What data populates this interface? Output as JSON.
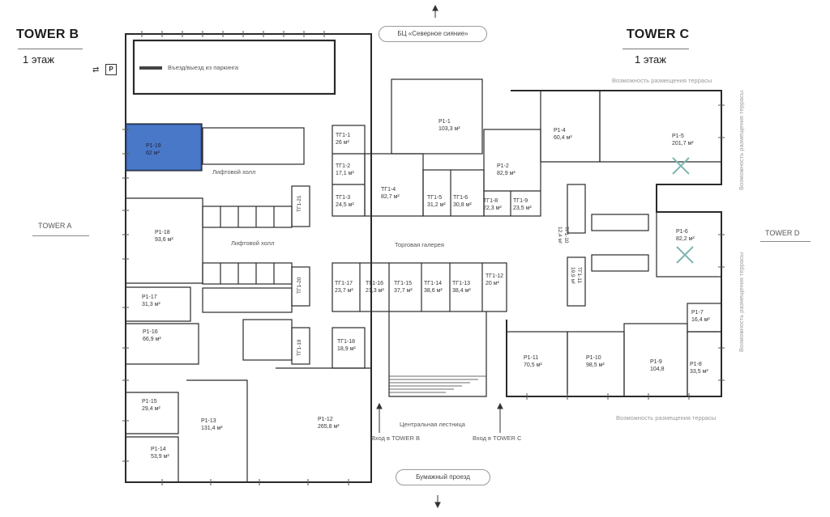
{
  "towers": {
    "left": {
      "name": "TOWER B",
      "floor": "1 этаж"
    },
    "right": {
      "name": "TOWER C",
      "floor": "1 этаж"
    }
  },
  "streets": {
    "top": "БЦ «Северное сияние»",
    "bottom": "Бумажный проезд"
  },
  "neighbors": {
    "left": "TOWER A",
    "right": "TOWER D"
  },
  "parking": {
    "icon": "P",
    "label": "Въезд/выезд из паркинга"
  },
  "hall_labels": {
    "lift_hall_1": "Лифтовой холл",
    "lift_hall_2": "Лифтовой холл",
    "gallery": "Торговая галерея",
    "stairs": "Центральная лестница",
    "entrance_b": "Вход в TOWER B",
    "entrance_c": "Вход в TOWER C"
  },
  "terrace": {
    "top": "Возможность размещения террасы",
    "bottom": "Возможность размещения террасы",
    "right_1": "Возможность размещения террасы",
    "right_2": "Возможность размещения террасы"
  },
  "highlight_color": "#4a78c8",
  "units": [
    {
      "id": "P1-19",
      "area": "62 м²",
      "selected": true
    },
    {
      "id": "P1-18",
      "area": "93,6 м²"
    },
    {
      "id": "P1-17",
      "area": "31,3 м²"
    },
    {
      "id": "P1-16",
      "area": "66,9 м²"
    },
    {
      "id": "P1-15",
      "area": "29,4 м²"
    },
    {
      "id": "P1-14",
      "area": "53,9 м²"
    },
    {
      "id": "P1-13",
      "area": "131,4 м²"
    },
    {
      "id": "P1-12",
      "area": "265,8 м²"
    },
    {
      "id": "ТГ1-1",
      "area": "26 м²"
    },
    {
      "id": "ТГ1-2",
      "area": "17,1 м²"
    },
    {
      "id": "ТГ1-3",
      "area": "24,5 м²"
    },
    {
      "id": "ТГ1-4",
      "area": "82,7 м²"
    },
    {
      "id": "P1-1",
      "area": "103,3 м²"
    },
    {
      "id": "ТГ1-5",
      "area": "31,2 м²"
    },
    {
      "id": "ТГ1-6",
      "area": "30,8 м²"
    },
    {
      "id": "P1-2",
      "area": "82,9 м²"
    },
    {
      "id": "ТГ1-8",
      "area": "22,3 м²"
    },
    {
      "id": "ТГ1-9",
      "area": "23,5 м²"
    },
    {
      "id": "P1-4",
      "area": "60,4 м²"
    },
    {
      "id": "P1-5",
      "area": "201,7 м²"
    },
    {
      "id": "P1-6",
      "area": "82,2 м²"
    },
    {
      "id": "P1-7",
      "area": "16,4 м²"
    },
    {
      "id": "P1-8",
      "area": "33,5 м²"
    },
    {
      "id": "P1-9",
      "area": "104,8"
    },
    {
      "id": "P1-10",
      "area": "98,5 м²"
    },
    {
      "id": "P1-11",
      "area": "70,5 м²"
    },
    {
      "id": "ТГ1-17",
      "area": "23,7 м²"
    },
    {
      "id": "ТГ1-16",
      "area": "21,3 м²"
    },
    {
      "id": "ТГ1-15",
      "area": "37,7 м²"
    },
    {
      "id": "ТГ1-14",
      "area": "38,6 м²"
    },
    {
      "id": "ТГ1-13",
      "area": "38,4 м²"
    },
    {
      "id": "ТГ1-12",
      "area": "20 м²"
    },
    {
      "id": "ТГ1-18",
      "area": "18,9 м²"
    }
  ],
  "vertical_units": [
    {
      "id": "ТГ1-21",
      "area": ""
    },
    {
      "id": "ТГ1-20",
      "area": ""
    },
    {
      "id": "ТГ1-19",
      "area": ""
    },
    {
      "id": "ТГ1-10",
      "area": "12,4 м²"
    },
    {
      "id": "ТГ1-11",
      "area": "19,9 м²"
    }
  ]
}
